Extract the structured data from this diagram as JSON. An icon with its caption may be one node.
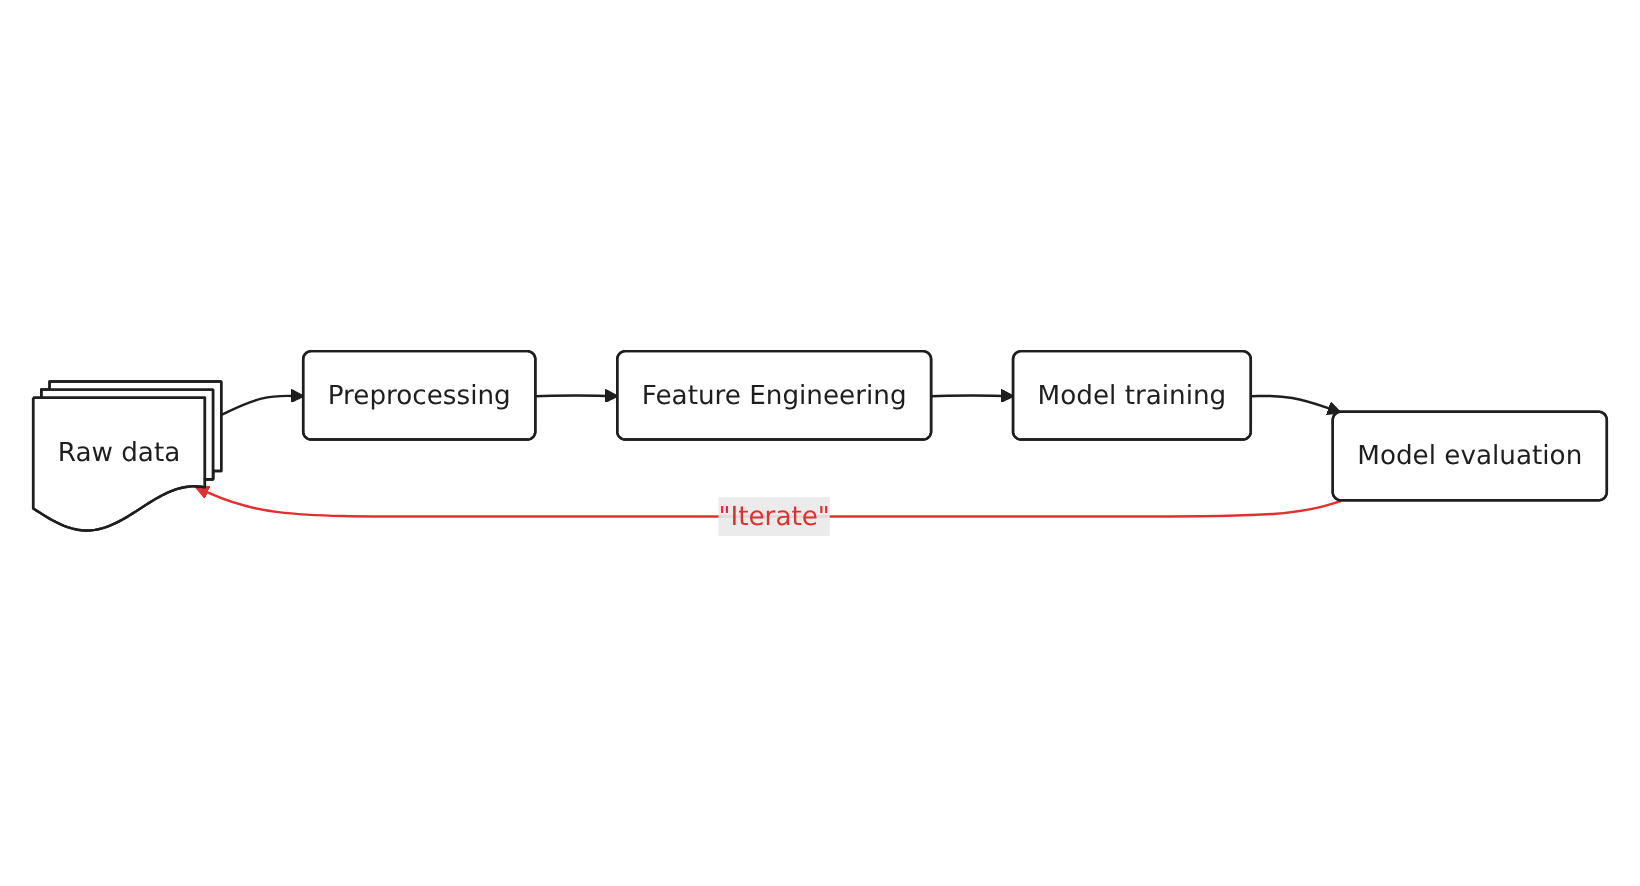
{
  "diagram": {
    "nodes": [
      {
        "text": [
          "Raw data"
        ]
      },
      {
        "text": [
          "Preprocessing"
        ]
      },
      {
        "text": [
          "Feature Engineering"
        ]
      },
      {
        "text": [
          "Model training"
        ]
      },
      {
        "text": [
          "Model evaluation"
        ]
      }
    ],
    "edges": [
      {
        "from": 0,
        "to": 1,
        "arrow": "to"
      },
      {
        "from": 1,
        "to": 2,
        "arrow": "to"
      },
      {
        "from": 2,
        "to": 3,
        "arrow": "to"
      },
      {
        "from": 3,
        "to": 4,
        "arrow": "to"
      },
      {
        "from": 4,
        "to": 0,
        "arrow": "to",
        "label": "\"Iterate\"",
        "color": "#e03131"
      }
    ]
  }
}
